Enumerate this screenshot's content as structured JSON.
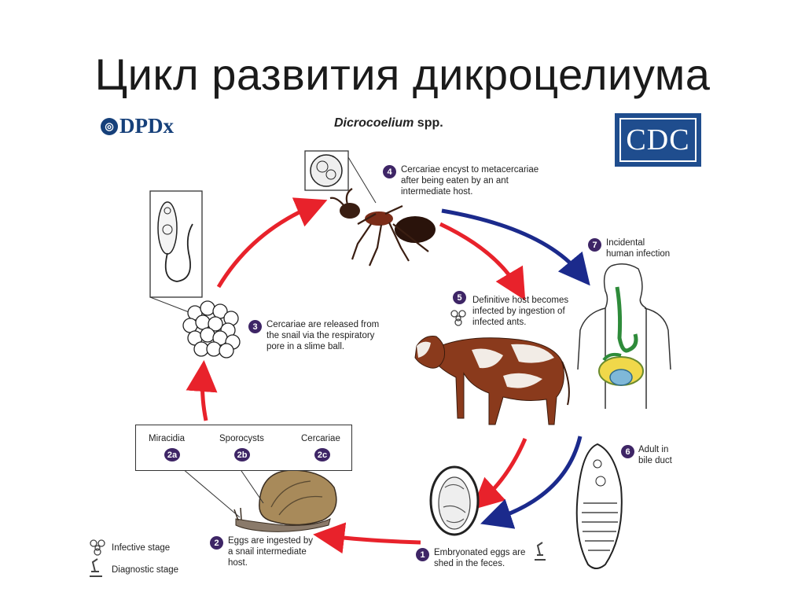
{
  "title": "Цикл развития дикроцелиума",
  "header": {
    "dpdx_logo": "DPDx",
    "subtitle_italic": "Dicrocoelium",
    "subtitle_rest": " spp.",
    "cdc_logo": "CDC"
  },
  "stages": [
    {
      "id": "1",
      "text_lines": [
        "Embryonated eggs are",
        "shed in the feces."
      ]
    },
    {
      "id": "2",
      "text_lines": [
        "Eggs are ingested by",
        "a snail intermediate",
        "host."
      ]
    },
    {
      "id": "3",
      "text_lines": [
        "Cercariae are released from",
        "the snail via the respiratory",
        "pore in a slime ball."
      ]
    },
    {
      "id": "4",
      "text_lines": [
        "Cercariae encyst to metacercariae",
        "after being eaten by an ant",
        "intermediate host."
      ]
    },
    {
      "id": "5",
      "text_lines": [
        "Definitive host becomes",
        "infected by ingestion of",
        "infected ants."
      ]
    },
    {
      "id": "6",
      "text_lines": [
        "Adult in",
        "bile duct"
      ]
    },
    {
      "id": "7",
      "text_lines": [
        "Incidental",
        "human infection"
      ]
    }
  ],
  "snail_stages": [
    {
      "label": "Miracidia",
      "id": "2a"
    },
    {
      "label": "Sporocysts",
      "id": "2b"
    },
    {
      "label": "Cercariae",
      "id": "2c"
    }
  ],
  "legend": {
    "infective": "Infective stage",
    "diagnostic": "Diagnostic stage"
  },
  "colors": {
    "red_arrow": "#e8222b",
    "blue_arrow": "#1b2a8c",
    "badge": "#3e2566",
    "cdc_blue": "#1f4d8e"
  }
}
